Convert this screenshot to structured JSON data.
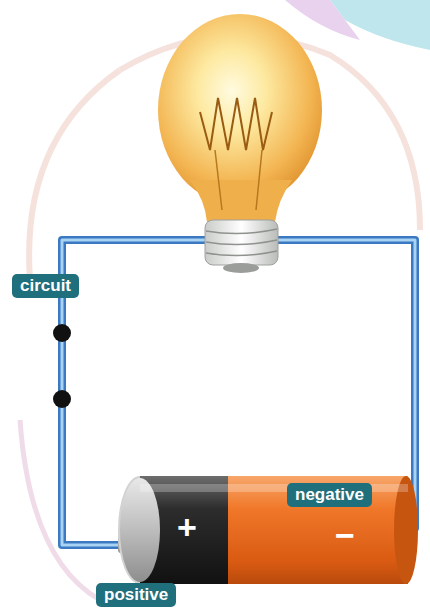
{
  "diagram": {
    "labels": [
      "circuit",
      "+",
      "negative",
      "−",
      "positive"
    ]
  }
}
